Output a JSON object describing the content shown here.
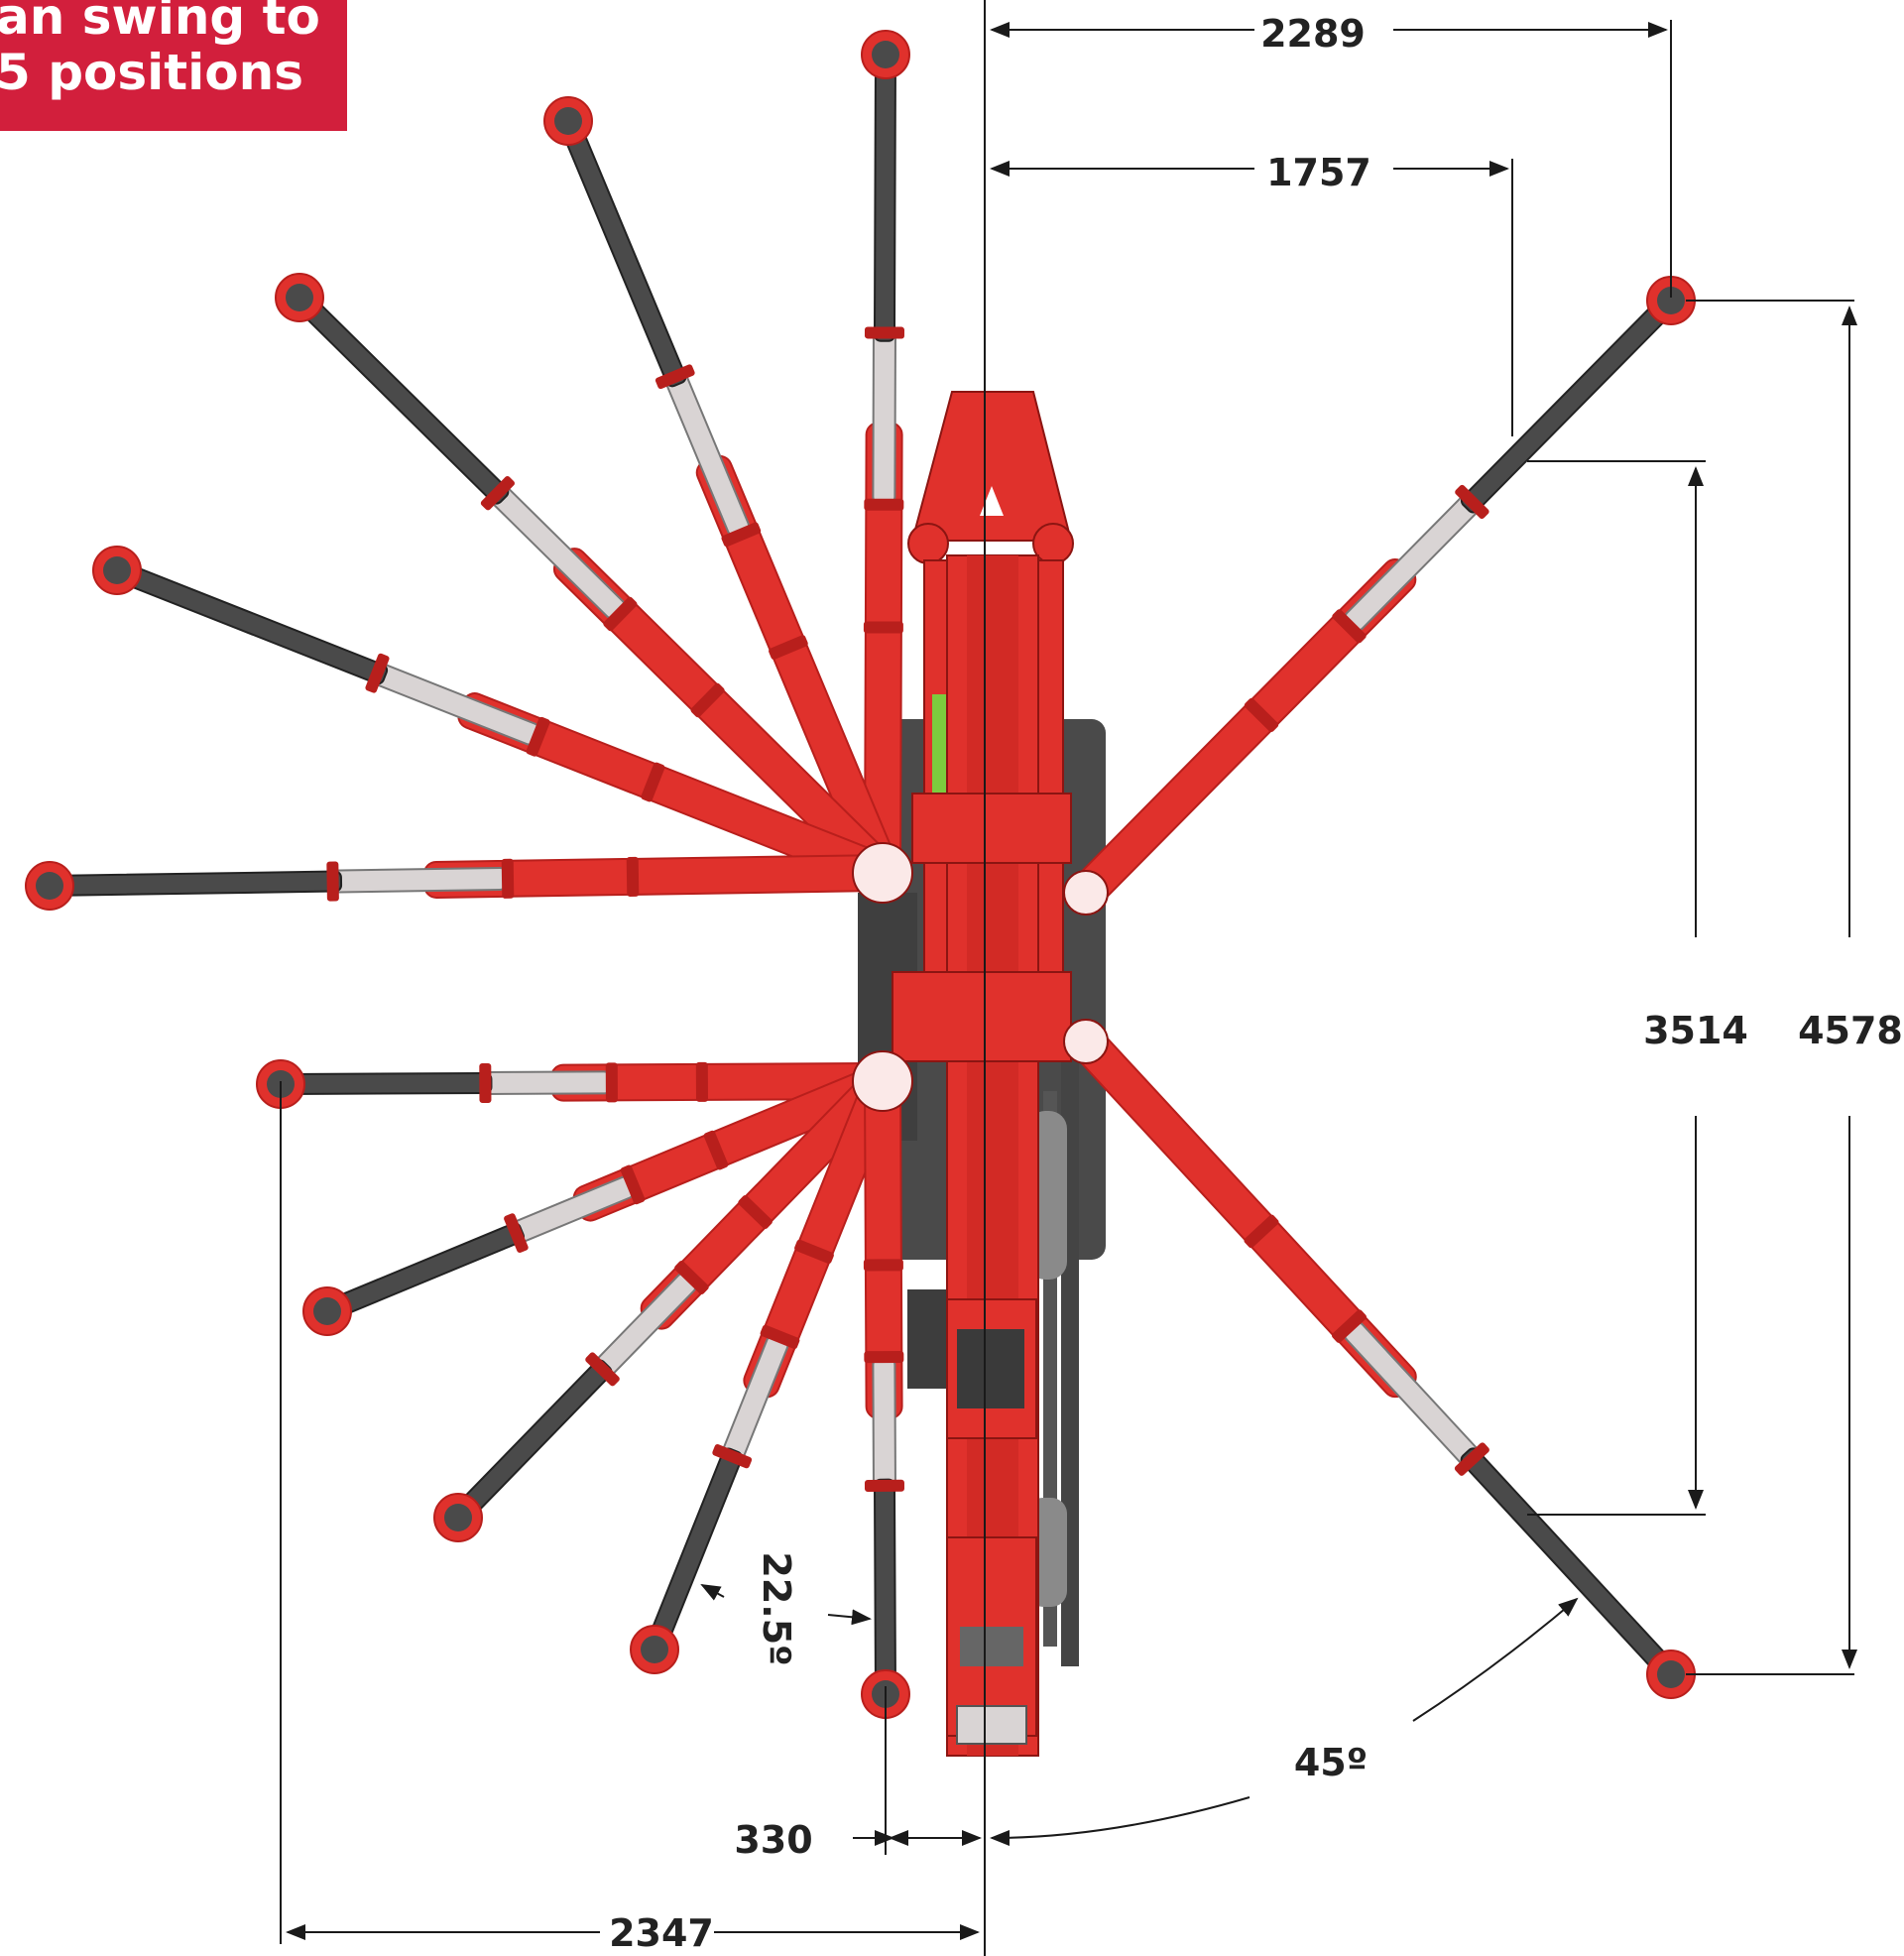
{
  "banner": {
    "line1": "an swing to",
    "line2": "5 positions",
    "background": "#d21f3c"
  },
  "dimensions": {
    "top_width_outer": "2289",
    "top_width_inner": "1757",
    "height_inner": "3514",
    "height_outer": "4578",
    "offset_small": "330",
    "bottom_width": "2347",
    "angle_large": "45º",
    "angle_small": "22.5º"
  },
  "colors": {
    "machine_red": "#e0312c",
    "machine_dark_red": "#b81f1c",
    "outrigger_grey": "#4a4a4a",
    "cylinder_silver": "#d9d4d4",
    "green_panel": "#7ccd3e",
    "dimension_line": "#1a1a1a"
  }
}
